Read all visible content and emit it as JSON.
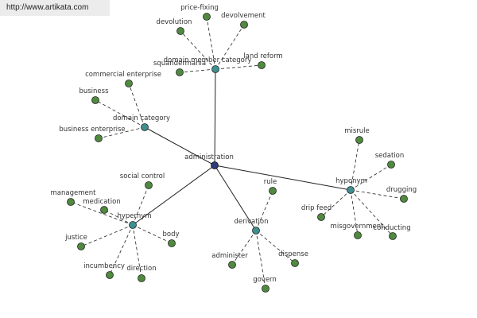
{
  "watermark": "http://www.artikata.com",
  "colors": {
    "background": "#ffffff",
    "center_node": "#2e3a7a",
    "category_node": "#3f8f8f",
    "leaf_node": "#4f8a3f",
    "edge": "#222222",
    "label": "#333333"
  },
  "graph": {
    "center": "administration",
    "hubs": [
      {
        "label": "domain member category",
        "leaves": [
          "price-fixing",
          "devolvement",
          "devolution",
          "squandermania",
          "land reform"
        ]
      },
      {
        "label": "domain category",
        "leaves": [
          "commercial enterprise",
          "business",
          "business enterprise"
        ]
      },
      {
        "label": "hyponym",
        "leaves": [
          "misrule",
          "sedation",
          "drugging",
          "drip feed",
          "misgovernment",
          "conducting"
        ]
      },
      {
        "label": "derivation",
        "leaves": [
          "rule",
          "dispense",
          "administer",
          "govern"
        ]
      },
      {
        "label": "hypernym",
        "leaves": [
          "social control",
          "management",
          "medication",
          "justice",
          "body",
          "incumbency",
          "direction"
        ]
      }
    ]
  }
}
